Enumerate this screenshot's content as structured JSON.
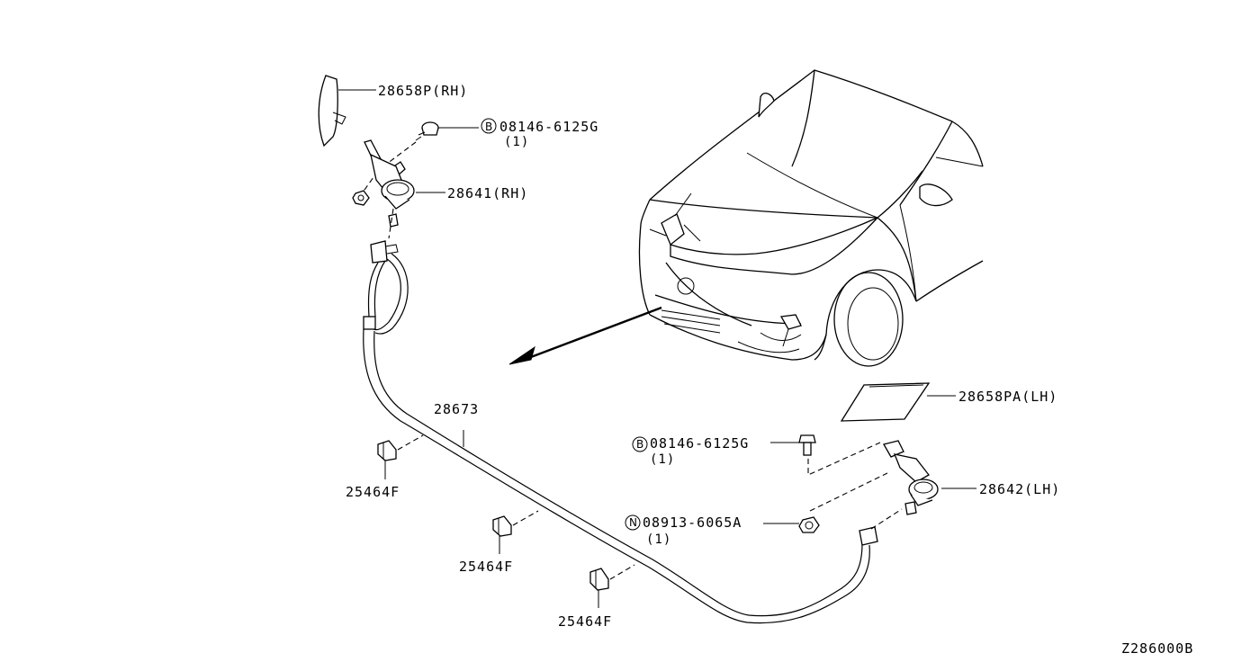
{
  "diagram": {
    "code": "Z286000B",
    "labels": {
      "nozzle_cover_rh": "28658P(RH)",
      "bolt_rh_part": "08146-6125G",
      "bolt_rh_qty": "(1)",
      "bolt_rh_symbol": "B",
      "nozzle_rh": "28641(RH)",
      "hose": "28673",
      "clip_1": "25464F",
      "clip_2": "25464F",
      "clip_3": "25464F",
      "nozzle_cover_lh": "28658PA(LH)",
      "bolt_lh_part": "08146-6125G",
      "bolt_lh_qty": "(1)",
      "bolt_lh_symbol": "B",
      "nozzle_lh": "28642(LH)",
      "nut_part": "08913-6065A",
      "nut_qty": "(1)",
      "nut_symbol": "N"
    }
  }
}
